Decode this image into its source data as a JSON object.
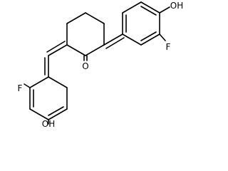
{
  "atom_labels": {
    "hydroxyl_top_right": "OH",
    "fluoro_right": "F",
    "ketone_oxygen": "O",
    "fluoro_left": "F",
    "hydroxyl_bottom_left": "OH"
  }
}
